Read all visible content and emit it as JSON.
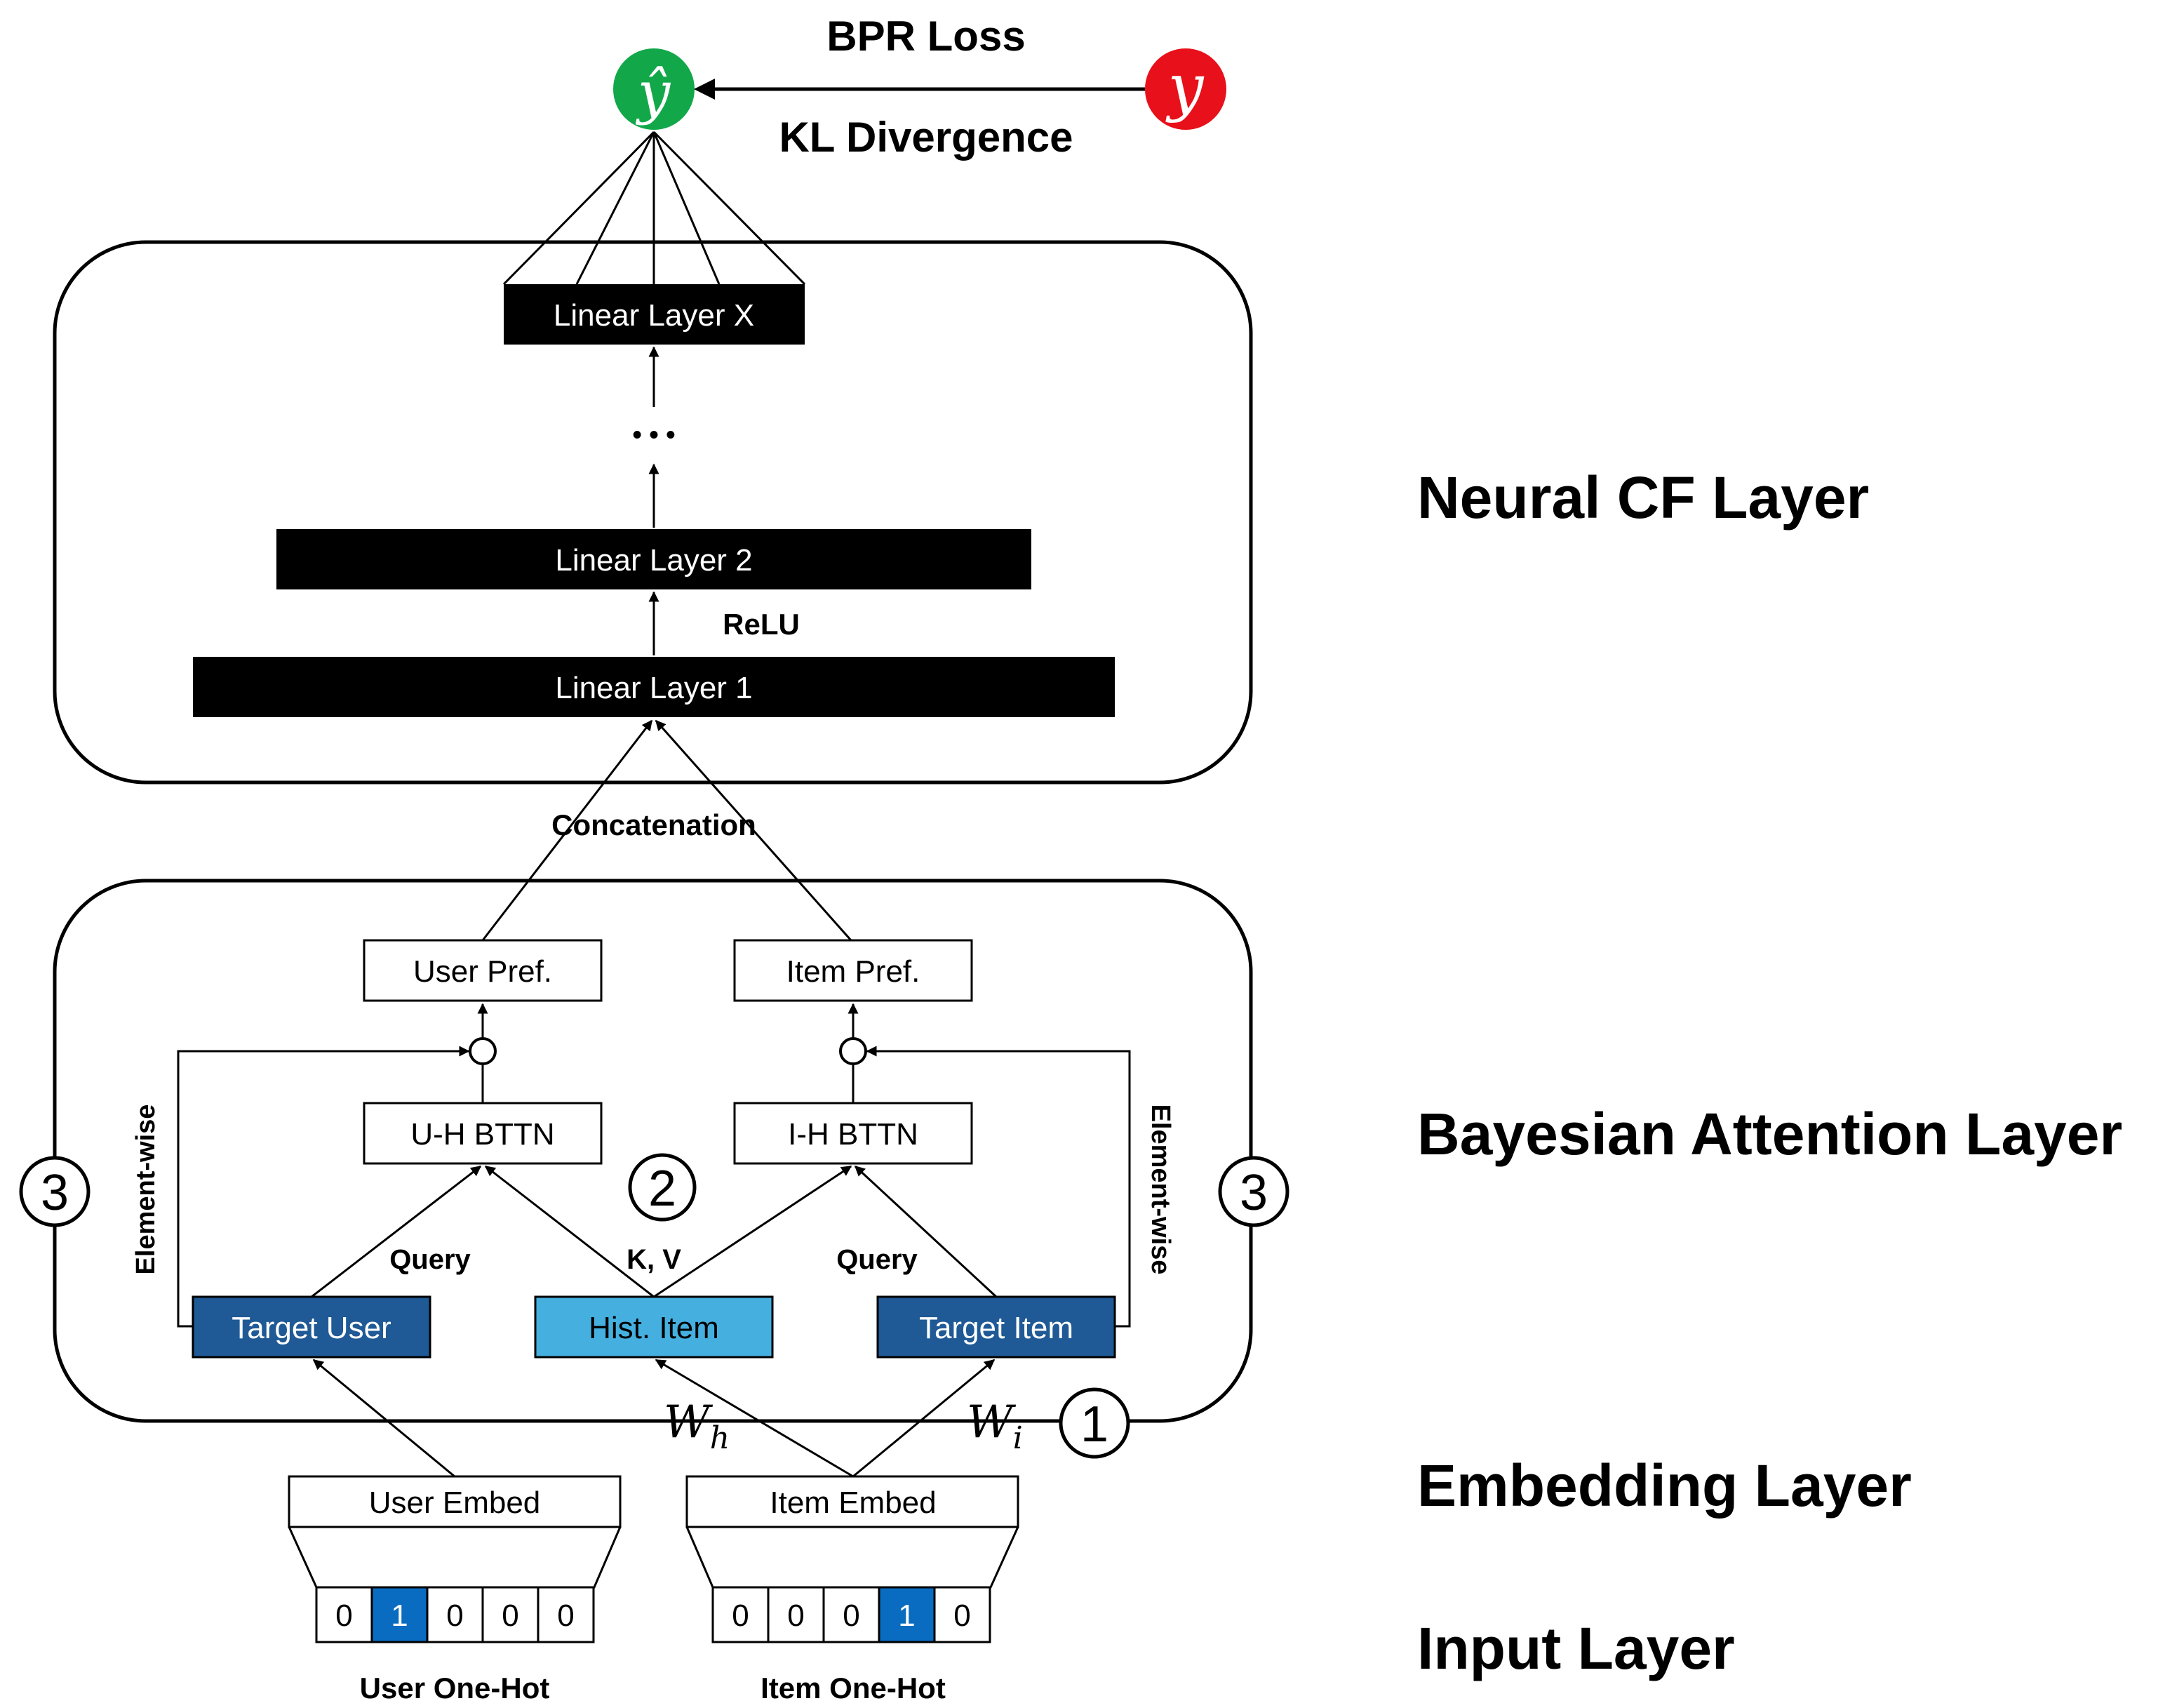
{
  "loss": {
    "top_label": "BPR Loss",
    "bottom_label": "KL Divergence",
    "pred_symbol": "ŷ",
    "target_symbol": "y",
    "pred_color": "#12a84a",
    "target_color": "#e8101a"
  },
  "neural_cf": {
    "linear_x": "Linear Layer X",
    "ellipsis": "• • •",
    "linear_2": "Linear Layer 2",
    "relu": "ReLU",
    "linear_1": "Linear Layer 1",
    "concat": "Concatenation"
  },
  "attention": {
    "user_pref": "User Pref.",
    "item_pref": "Item Pref.",
    "uh_bttn": "U-H BTTN",
    "ih_bttn": "I-H BTTN",
    "query_left": "Query",
    "kv": "K, V",
    "query_right": "Query",
    "element_wise_left": "Element-wise",
    "element_wise_right": "Element-wise",
    "target_user": "Target User",
    "hist_item": "Hist. Item",
    "target_item": "Target Item",
    "marker_1": "1",
    "marker_2": "2",
    "marker_3_left": "3",
    "marker_3_right": "3",
    "w_h": "W",
    "w_h_sub": "h",
    "w_i": "W",
    "w_i_sub": "i",
    "dark_blue": "#1f5a96",
    "light_blue": "#45b0e0"
  },
  "embedding": {
    "user_embed": "User Embed",
    "item_embed": "Item Embed"
  },
  "input": {
    "user_onehot": [
      "0",
      "1",
      "0",
      "0",
      "0"
    ],
    "item_onehot": [
      "0",
      "0",
      "0",
      "1",
      "0"
    ],
    "user_caption": "User One-Hot",
    "item_caption": "Item One-Hot",
    "active_color": "#0a6cc0"
  },
  "layer_labels": {
    "neural_cf": "Neural CF Layer",
    "bayesian": "Bayesian Attention Layer",
    "embedding": "Embedding Layer",
    "input": "Input Layer"
  }
}
